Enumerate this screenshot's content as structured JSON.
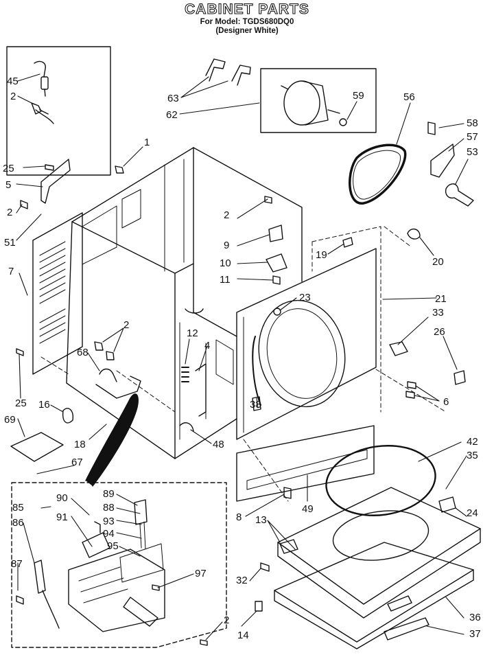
{
  "header": {
    "title": "CABINET PARTS",
    "model": "For Model: TGDS680DQ0",
    "color": "(Designer White)"
  },
  "callouts": [
    "45",
    "2",
    "25",
    "5",
    "2",
    "51",
    "7",
    "25",
    "16",
    "69",
    "18",
    "67",
    "85",
    "86",
    "87",
    "90",
    "91",
    "89",
    "88",
    "93",
    "94",
    "95",
    "97",
    "2",
    "14",
    "32",
    "13",
    "8",
    "49",
    "1",
    "63",
    "62",
    "59",
    "56",
    "58",
    "57",
    "53",
    "20",
    "2",
    "9",
    "10",
    "11",
    "19",
    "21",
    "23",
    "33",
    "26",
    "6",
    "2",
    "68",
    "12",
    "4",
    "48",
    "38",
    "42",
    "35",
    "24",
    "36",
    "37"
  ],
  "colors": {
    "ink": "#111111",
    "paper": "#ffffff"
  }
}
